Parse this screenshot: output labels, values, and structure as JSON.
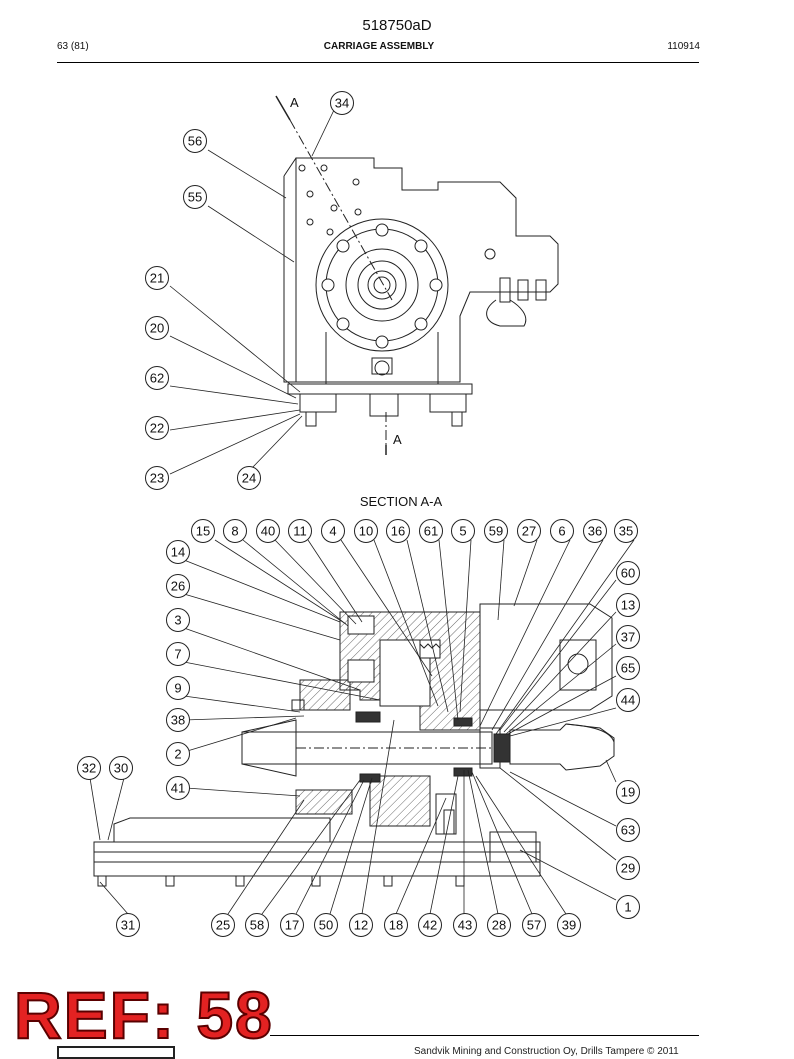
{
  "header": {
    "doc_number": "518750aD",
    "page": "63 (81)",
    "title": "CARRIAGE ASSEMBLY",
    "date_code": "110914"
  },
  "top_view": {
    "section_marker_top": "A",
    "section_marker_bottom": "A",
    "callouts": [
      "34",
      "56",
      "55",
      "21",
      "20",
      "62",
      "22",
      "23",
      "24"
    ]
  },
  "section_view": {
    "title": "SECTION A-A",
    "callouts_top_row": [
      "15",
      "8",
      "40",
      "11",
      "4",
      "10",
      "16",
      "61",
      "5",
      "59",
      "27",
      "6",
      "36",
      "35"
    ],
    "callouts_left": [
      "14",
      "26",
      "3",
      "7",
      "9",
      "38",
      "2",
      "32",
      "30",
      "41",
      "31"
    ],
    "callouts_right": [
      "60",
      "13",
      "37",
      "65",
      "44",
      "19",
      "63",
      "29",
      "1"
    ],
    "callouts_bottom_row": [
      "25",
      "58",
      "17",
      "50",
      "12",
      "18",
      "42",
      "43",
      "28",
      "57",
      "39"
    ]
  },
  "stamp": {
    "ref_label": "REF: 58"
  },
  "footer": {
    "copyright": "Sandvik Mining and Construction Oy, Drills Tampere © 2011"
  }
}
